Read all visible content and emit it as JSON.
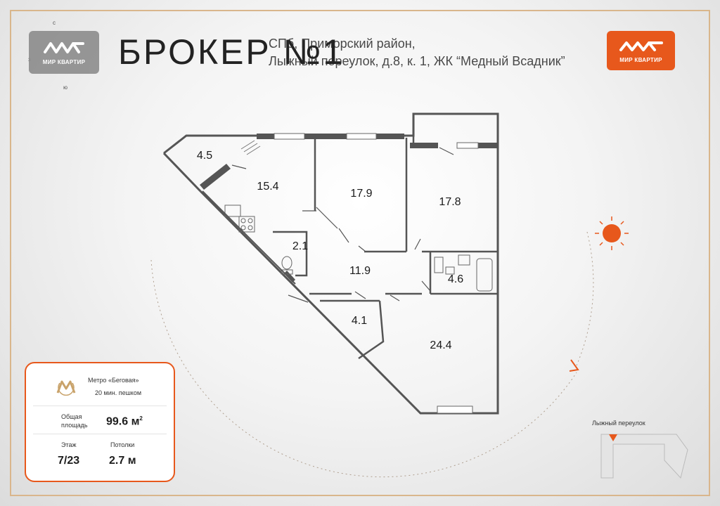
{
  "compass": {
    "north": "с",
    "south": "ю",
    "west": "з"
  },
  "logo": {
    "glyph": "ᴍᴎᴋ",
    "text": "МИР КВАРТИР"
  },
  "brand": "БРОКЕР №1",
  "address": {
    "line1": "СПб, Приморский район,",
    "line2": "Лыжный переулок, д.8, к. 1, ЖК “Медный Всадник”"
  },
  "rooms": [
    {
      "id": "balcony-west",
      "area": "4.5"
    },
    {
      "id": "kitchen",
      "area": "15.4"
    },
    {
      "id": "bedroom-1",
      "area": "17.9"
    },
    {
      "id": "bedroom-2",
      "area": "17.8"
    },
    {
      "id": "toilet",
      "area": "2.1"
    },
    {
      "id": "hall",
      "area": "11.9"
    },
    {
      "id": "bathroom",
      "area": "4.6"
    },
    {
      "id": "wardrobe",
      "area": "4.1"
    },
    {
      "id": "living-room",
      "area": "24.4"
    }
  ],
  "info": {
    "metro_icon": "metro-icon",
    "metro_name": "Метро «Беговая»",
    "metro_walk": "20 мин. пешком",
    "area_label_1": "Общая",
    "area_label_2": "площадь",
    "area_value": "99.6 м",
    "area_unit_sup": "2",
    "floor_label": "Этаж",
    "floor_value": "7/23",
    "ceiling_label": "Потолки",
    "ceiling_value": "2.7 м"
  },
  "street": "Лыжный переулок",
  "colors": {
    "accent": "#e7581c",
    "gold": "#d9b68c",
    "wall": "#555555"
  }
}
